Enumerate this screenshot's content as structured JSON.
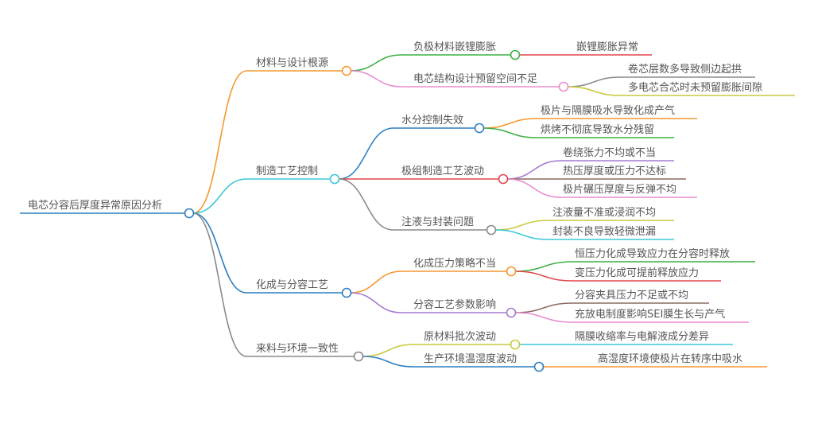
{
  "mindmap": {
    "root": {
      "label": "电芯分容后厚度异常原因分析",
      "color": "#2f7fc1",
      "children": [
        {
          "label": "材料与设计根源",
          "color": "#f7962e",
          "children": [
            {
              "label": "负极材料嵌锂膨胀",
              "color": "#3bb043",
              "children": [
                {
                  "label": "嵌锂膨胀异常",
                  "color": "#e0464c"
                }
              ]
            },
            {
              "label": "电芯结构设计预留空间不足",
              "color": "#e98bd0",
              "children": [
                {
                  "label": "卷芯层数多导致侧边起拱",
                  "color": "#8a8a8a"
                },
                {
                  "label": "多电芯合芯时未预留膨胀间隙",
                  "color": "#c9c940"
                }
              ]
            }
          ]
        },
        {
          "label": "制造工艺控制",
          "color": "#3cc8d8",
          "children": [
            {
              "label": "水分控制失效",
              "color": "#2f7fc1",
              "children": [
                {
                  "label": "极片与隔膜吸水导致化成产气",
                  "color": "#f7962e"
                },
                {
                  "label": "烘烤不彻底导致水分残留",
                  "color": "#3bb043"
                }
              ]
            },
            {
              "label": "极组制造工艺波动",
              "color": "#e0464c",
              "children": [
                {
                  "label": "卷绕张力不均或不当",
                  "color": "#a67bd0"
                },
                {
                  "label": "热压厚度或压力不达标",
                  "color": "#8c6a60"
                },
                {
                  "label": "极片碾压厚度与反弹不均",
                  "color": "#e98bd0"
                }
              ]
            },
            {
              "label": "注液与封装问题",
              "color": "#8a8a8a",
              "children": [
                {
                  "label": "注液量不准或浸润不均",
                  "color": "#c9c940"
                },
                {
                  "label": "封装不良导致轻微泄漏",
                  "color": "#3cc8d8"
                }
              ]
            }
          ]
        },
        {
          "label": "化成与分容工艺",
          "color": "#2f7fc1",
          "children": [
            {
              "label": "化成压力策略不当",
              "color": "#f7962e",
              "children": [
                {
                  "label": "恒压力化成导致应力在分容时释放",
                  "color": "#3bb043"
                },
                {
                  "label": "变压力化成可提前释放应力",
                  "color": "#e0464c"
                }
              ]
            },
            {
              "label": "分容工艺参数影响",
              "color": "#a67bd0",
              "children": [
                {
                  "label": "分容夹具压力不足或不均",
                  "color": "#8c6a60"
                },
                {
                  "label": "充放电制度影响SEI膜生长与产气",
                  "color": "#e98bd0"
                }
              ]
            }
          ]
        },
        {
          "label": "来料与环境一致性",
          "color": "#8a8a8a",
          "children": [
            {
              "label": "原材料批次波动",
              "color": "#c9c940",
              "children": [
                {
                  "label": "隔膜收缩率与电解液成分差异",
                  "color": "#3cc8d8"
                }
              ]
            },
            {
              "label": "生产环境温湿度波动",
              "color": "#2f7fc1",
              "children": [
                {
                  "label": "高湿度环境使极片在转序中吸水",
                  "color": "#f7962e"
                }
              ]
            }
          ]
        }
      ]
    }
  }
}
